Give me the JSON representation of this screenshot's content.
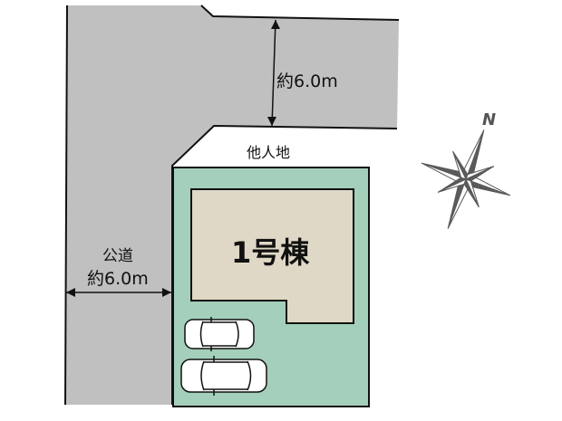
{
  "map": {
    "top_road_width": "約6.0m",
    "neighbor_land": "他人地",
    "public_road_name": "公道",
    "public_road_width": "約6.0m",
    "building_label": "1号棟",
    "north_label": "N"
  },
  "colors": {
    "road": "#c0c0c0",
    "lot": "#a3cfbb",
    "building": "#e0d8c6",
    "outline": "#111111",
    "compass": "#5a5a5a"
  },
  "parking": {
    "cars": 2
  }
}
